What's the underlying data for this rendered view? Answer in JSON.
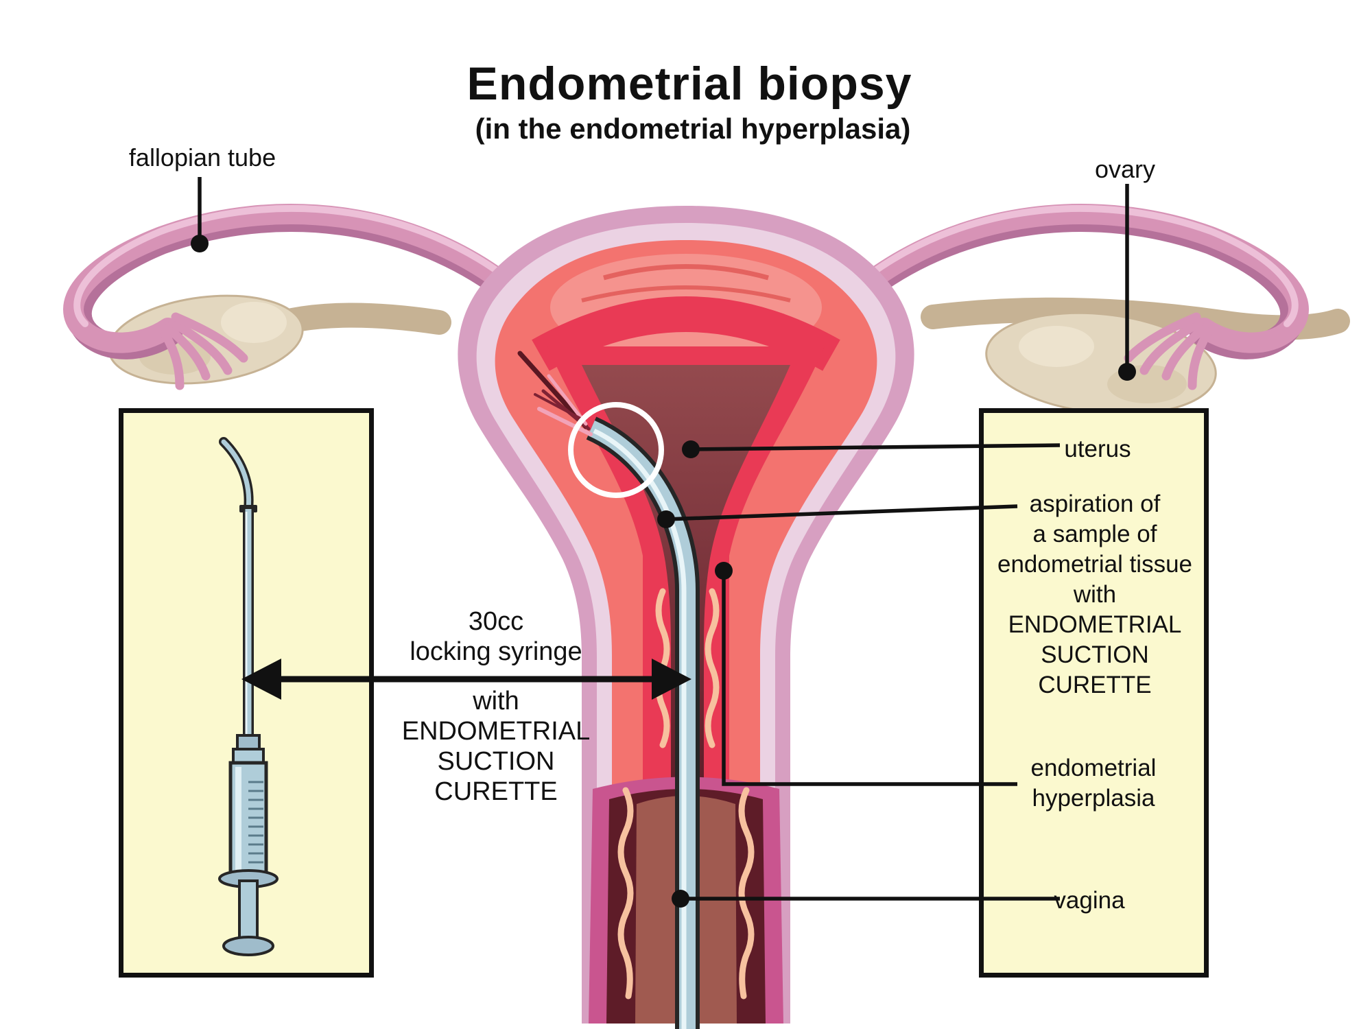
{
  "title": "Endometrial biopsy",
  "subtitle": "(in the endometrial hyperplasia)",
  "anatomy_labels": {
    "fallopian_tube": "fallopian tube",
    "ovary": "ovary",
    "uterus": "uterus",
    "aspiration": "aspiration of\na sample of\nendometrial tissue\nwith\nENDOMETRIAL\nSUCTION\nCURETTE",
    "endometrial_hyperplasia": "endometrial\nhyperplasia",
    "vagina": "vagina"
  },
  "instrument_labels": {
    "syringe": "30cc\nlocking syringe",
    "curette": "with\nENDOMETRIAL\nSUCTION\nCURETTE"
  },
  "colors": {
    "panel_bg": "#FBF9CF",
    "ink": "#111111",
    "tube_pink": "#D793B6",
    "tube_pink_dark": "#B5719A",
    "tube_pink_light": "#EDC0D8",
    "beige": "#E3D7BF",
    "beige_dark": "#C6B294",
    "uterus_outer": "#D79FC1",
    "uterus_lining": "#EBD2E3",
    "myometrium": "#F3736F",
    "myometrium_light": "#F5938E",
    "endo_red": "#E93A55",
    "cavity_top": "#944A4E",
    "cavity_dark": "#5E1C28",
    "canal_brown": "#A05A50",
    "vagina_magenta": "#C9558F",
    "wavy_peach": "#F7C19F",
    "curette_blue": "#AFCDD9",
    "curette_light": "#E9F5F8",
    "curette_steel": "#9FBCCB",
    "outline": "#262626"
  }
}
